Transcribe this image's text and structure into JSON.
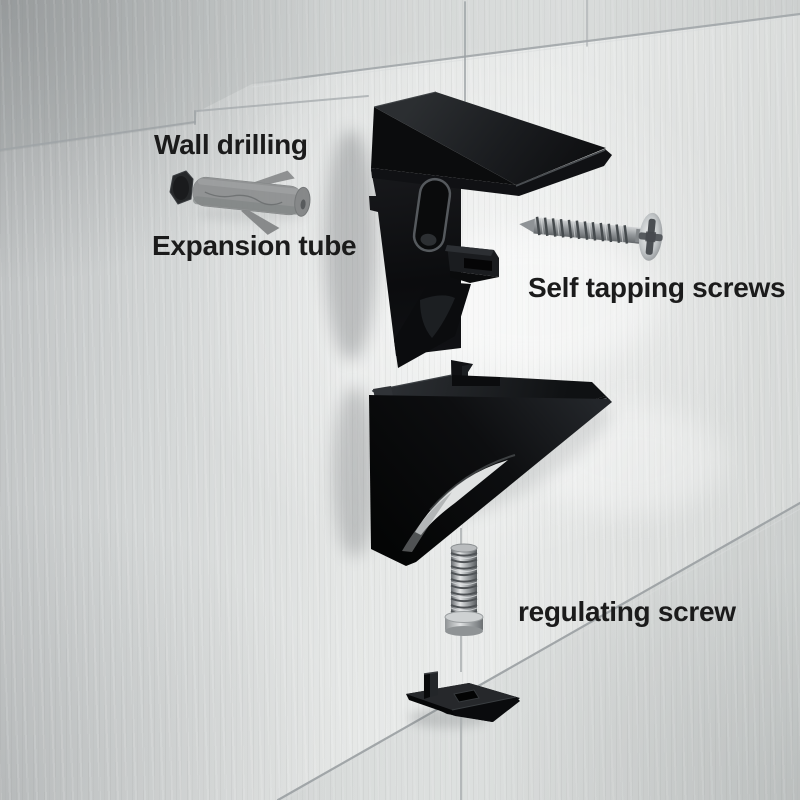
{
  "title": "Shelf clamp bracket installation exploded view",
  "labels": {
    "wall_drilling": "Wall drilling",
    "expansion_tube": "Expansion tube",
    "self_tapping_screws": "Self tapping screws",
    "regulating_screw": "regulating screw"
  },
  "parts": [
    "drill-hole",
    "expansion-tube",
    "upper-clamp-bracket",
    "self-tapping-screw",
    "lower-clamp-bracket",
    "regulating-screw",
    "bottom-clamp-pad"
  ],
  "colors": {
    "bracket_black": "#0c0d0f",
    "metal_gray": "#9a9ea1",
    "wall_light": "#e5e7e6",
    "wall_shadow": "#bcbfc0",
    "grout_gray": "#9fa4a7",
    "label_text": "#1b1b1b"
  }
}
